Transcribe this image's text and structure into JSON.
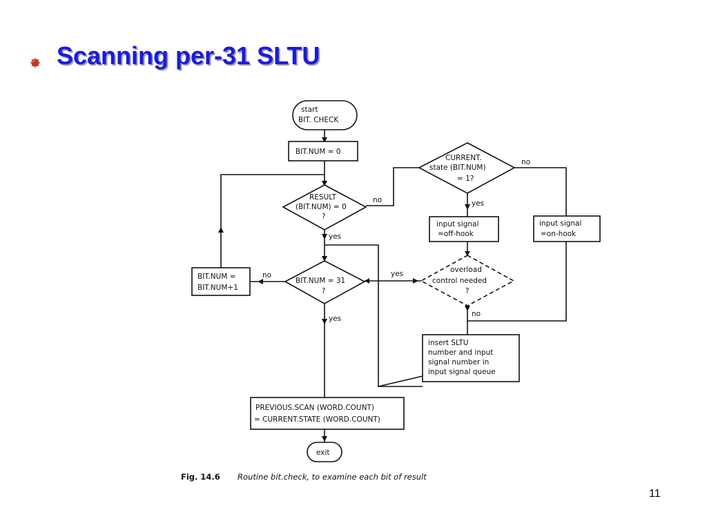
{
  "slide": {
    "title": "Scanning per-31 SLTU",
    "page_number": "11",
    "bullet_color": "#c0392b",
    "title_color": "#1a1ae0"
  },
  "flowchart": {
    "start": [
      "start",
      "BIT. CHECK"
    ],
    "init": "BIT.NUM = 0",
    "result_decision": [
      "RESULT",
      "(BIT.NUM) = 0",
      "?"
    ],
    "current_decision": [
      "CURRENT.",
      "state (BIT.NUM)",
      "= 1?"
    ],
    "off_hook": [
      "input signal",
      "=off-hook"
    ],
    "on_hook": [
      "input signal",
      "=on-hook"
    ],
    "overload_decision": [
      "overload",
      "control needed",
      "?"
    ],
    "bitnum_decision": [
      "BIT.NUM = 31",
      "?"
    ],
    "increment": [
      "BIT.NUM =",
      "BIT.NUM+1"
    ],
    "insert": [
      "insert SLTU",
      "number and input",
      "signal number in",
      "input signal queue"
    ],
    "previous": [
      "PREVIOUS.SCAN (WORD.COUNT)",
      "= CURRENT.STATE (WORD.COUNT)"
    ],
    "exit": "exit",
    "labels": {
      "yes": "yes",
      "no": "no"
    }
  },
  "caption": {
    "figure": "Fig. 14.6",
    "text": "Routine bit.check, to examine each bit of result"
  }
}
